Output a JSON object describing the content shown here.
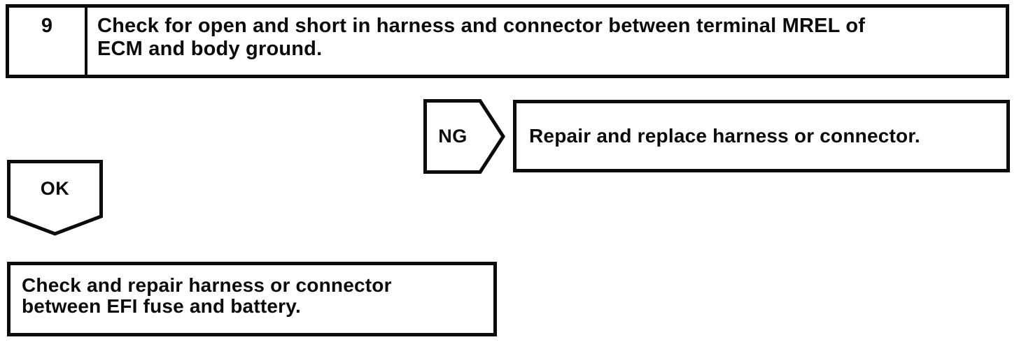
{
  "page": {
    "background": "#ffffff",
    "line_color": "#0b0b0b"
  },
  "step_box": {
    "number": "9",
    "instruction_lines": [
      "Check for open and short in harness and connector between terminal MREL of",
      "ECM and body ground."
    ]
  },
  "ng_branch": {
    "label": "NG",
    "action": "Repair and replace harness or connector."
  },
  "ok_branch": {
    "label": "OK",
    "action_lines": [
      "Check and repair harness or connector",
      "between EFI fuse and battery."
    ]
  }
}
